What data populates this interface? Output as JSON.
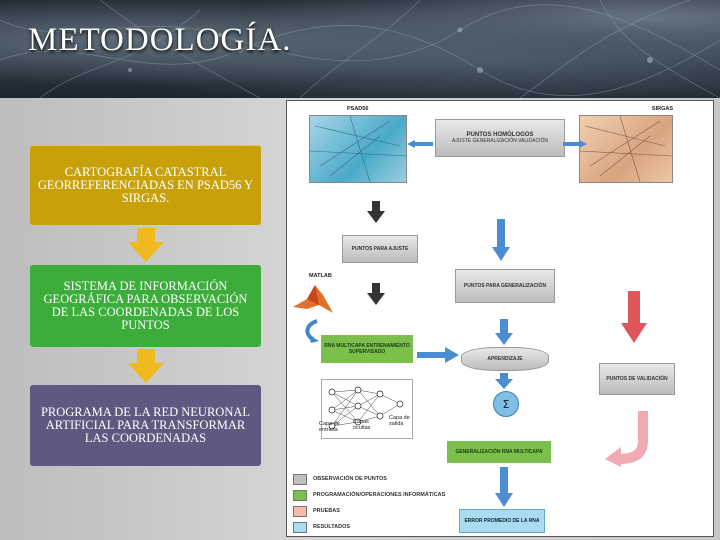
{
  "slide": {
    "title": "METODOLOGÍA."
  },
  "steps": [
    {
      "text": "CARTOGRAFÍA CATASTRAL GEORREFERENCIADAS EN PSAD56 Y SIRGAS."
    },
    {
      "text": "SISTEMA DE INFORMACIÓN GEOGRÁFICA PARA OBSERVACIÓN DE LAS COORDENADAS DE LOS PUNTOS"
    },
    {
      "text": "PROGRAMA DE LA RED NEURONAL ARTIFICIAL PARA TRANSFORMAR LAS COORDENADAS"
    }
  ],
  "colors": {
    "step1": "#c8a10a",
    "step2": "#3cad3a",
    "step3": "#5d5980",
    "arrow": "#f0b91e"
  },
  "diagram": {
    "map_left_label": "PSAD56",
    "map_right_label": "SIRGAS",
    "homologos_title": "PUNTOS HOMÓLOGOS",
    "homologos_sub": "AJUSTE GENERALIZACIÓN VALIDACIÓN",
    "puntos_ajuste": "PUNTOS PARA AJUSTE",
    "puntos_generalizacion": "PUNTOS PARA GENERALIZACIÓN",
    "matlab_label": "MATLAB",
    "rna_multicapa": "RNA MULTICAPA ENTRENAMIENTO SUPERVISADO",
    "aprendizaje": "APRENDIZAJE",
    "puntos_validacion": "PUNTOS DE VALIDACIÓN",
    "sigma": "Σ",
    "capa_entrada": "Capa de entrada",
    "capas_ocultas": "Capas ocultas",
    "capa_salida": "Capa de salida",
    "generalizacion_rna": "GENERALIZACIÓN RNA MULTICAPA",
    "error_promedio": "ERROR PROMEDIO DE LA RNA",
    "legend": [
      {
        "label": "OBSERVACIÓN DE PUNTOS",
        "color": "#bfbfbf"
      },
      {
        "label": "PROGRAMACIÓN/OPERACIONES INFORMÁTICAS",
        "color": "#7bbf4d"
      },
      {
        "label": "PRUEBAS",
        "color": "#f5b9a8"
      },
      {
        "label": "RESULTADOS",
        "color": "#a9dcf0"
      }
    ]
  }
}
